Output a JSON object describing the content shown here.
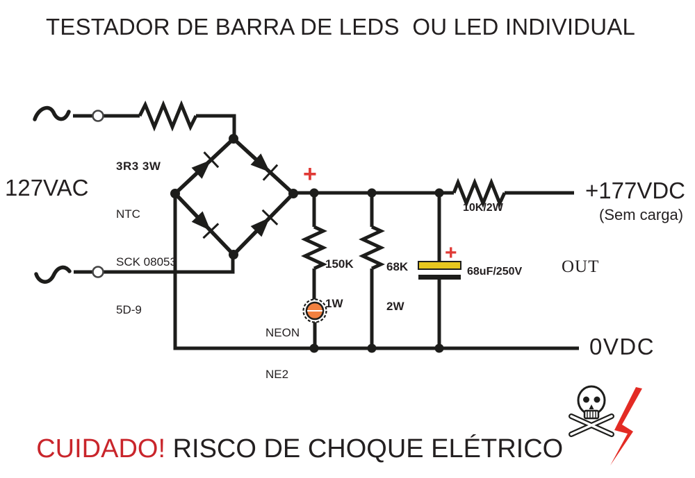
{
  "title": "TESTADOR DE BARRA DE LEDS  OU LED INDIVIDUAL",
  "source": {
    "voltage": "127VAC"
  },
  "ntc": {
    "value": "3R3 3W",
    "type": "NTC",
    "part": "SCK 08053",
    "model": "5D-9"
  },
  "bridge": {
    "plus": "+"
  },
  "r150k": {
    "value": "150K",
    "power": "1W"
  },
  "r68k": {
    "value": "68K",
    "power": "2W"
  },
  "neon": {
    "name": "NEON",
    "type": "NE2"
  },
  "capacitor": {
    "plus": "+",
    "value": "68uF/250V"
  },
  "r10k": {
    "value": "10K/2W"
  },
  "output": {
    "voltage": "+177VDC",
    "note": "(Sem carga)",
    "label": "OUT",
    "ground": "0VDC"
  },
  "warning": {
    "attention": "CUIDADO!",
    "message": " RISCO DE CHOQUE ELÉTRICO"
  },
  "colors": {
    "ink": "#1d1d1b",
    "accent_red": "#c9252b",
    "plus_red": "#e03a36",
    "neon_orange": "#f2803f",
    "capacitor_yellow": "#e7c71f"
  }
}
